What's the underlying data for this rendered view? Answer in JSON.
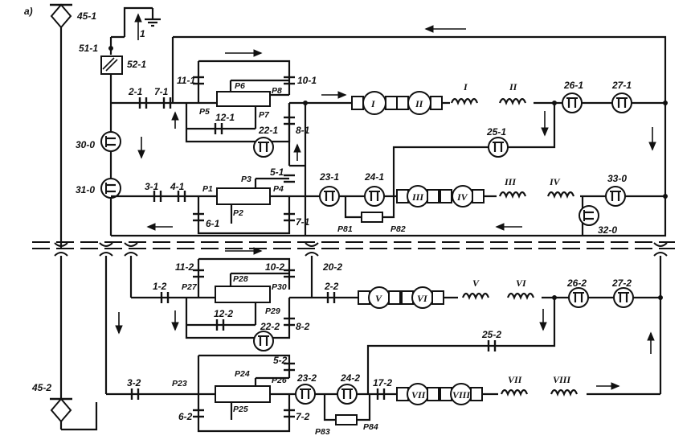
{
  "figure_letter": "a)",
  "ground": {
    "label": "1"
  },
  "upper": {
    "pantograph": "45-1",
    "switch_top": "51-1",
    "relay_top": "52-1",
    "ammeter_a": "30-0",
    "ammeter_b": "31-0",
    "contacts": {
      "c2": "2-1",
      "c7": "7-1",
      "c11": "11-1",
      "c10": "10-1",
      "c12": "12-1",
      "c22": "22-1",
      "c8": "8-1",
      "c3": "3-1",
      "c4": "4-1",
      "c5": "5-1",
      "c6": "6-1",
      "c7b": "7-1",
      "c23": "23-1",
      "c24": "24-1",
      "c25": "25-1",
      "c26": "26-1",
      "c27": "27-1",
      "c33": "33-0",
      "c32": "32-0"
    },
    "rheostat_pins": {
      "p5": "P5",
      "p6": "P6",
      "p7": "P7",
      "p8": "P8",
      "p1": "P1",
      "p2": "P2",
      "p3": "P3",
      "p4": "P4",
      "p81": "P81",
      "p82": "P82"
    },
    "motors": [
      "I",
      "II",
      "III",
      "IV"
    ],
    "fields": [
      "I",
      "II",
      "III",
      "IV"
    ]
  },
  "lower": {
    "pantograph": "45-2",
    "contacts": {
      "c1": "1-2",
      "c11": "11-2",
      "c10": "10-2",
      "c20": "20-2",
      "c2": "2-2",
      "c12": "12-2",
      "c22": "22-2",
      "c8": "8-2",
      "c25": "25-2",
      "c5": "5-2",
      "c3": "3-2",
      "c23": "23-2",
      "c24": "24-2",
      "c17": "17-2",
      "c6": "6-2",
      "c7": "7-2",
      "c26": "26-2",
      "c27": "27-2"
    },
    "rheostat_pins": {
      "p27": "P27",
      "p28": "P28",
      "p29": "P29",
      "p30": "P30",
      "p23": "P23",
      "p24": "P24",
      "p25": "P25",
      "p26": "P26",
      "p83": "P83",
      "p84": "P84"
    },
    "motors": [
      "V",
      "VI",
      "VII",
      "VIII"
    ],
    "fields": [
      "V",
      "VI",
      "VII",
      "VIII"
    ]
  }
}
